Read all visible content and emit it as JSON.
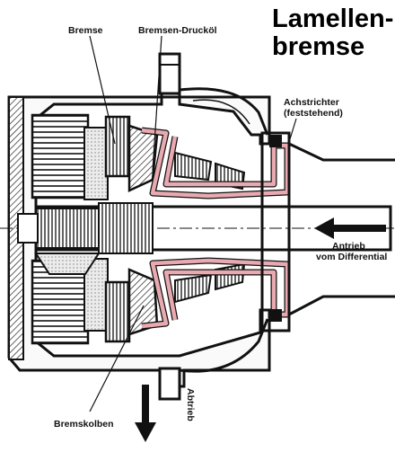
{
  "title": {
    "line1": "Lamellen-",
    "line2": "bremse"
  },
  "labels": {
    "brake": "Bremse",
    "brake_oil": "Bremsen-Drucköl",
    "axle_funnel_line1": "Achstrichter",
    "axle_funnel_line2": "(feststehend)",
    "drive_line1": "Antrieb",
    "drive_line2": "vom Differential",
    "output": "Abtrieb",
    "brake_piston": "Bremskolben"
  },
  "colors": {
    "oil_channel": "#e8a9b0",
    "outline": "#111111",
    "housing_fill": "#f4f4f4",
    "hatch": "#222222"
  }
}
